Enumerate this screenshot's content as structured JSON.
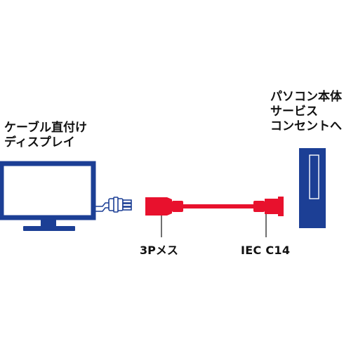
{
  "monitor_label": {
    "lines": [
      "ケーブル直付け",
      "ディスプレイ"
    ]
  },
  "pc_label": {
    "lines": [
      "パソコン本体",
      "サービス",
      "コンセントへ"
    ]
  },
  "connector_labels": {
    "female_3p": "3Pメス",
    "iec_c14": "IEC C14"
  },
  "colors": {
    "device_blue": "#1c3f95",
    "cable_red": "#e8112d",
    "background": "#ffffff",
    "text": "#111111"
  },
  "icons": {
    "monitor": "monitor-icon",
    "plug": "plug-icon",
    "pc_tower": "pc-tower-icon",
    "cable": "power-cable-icon"
  }
}
